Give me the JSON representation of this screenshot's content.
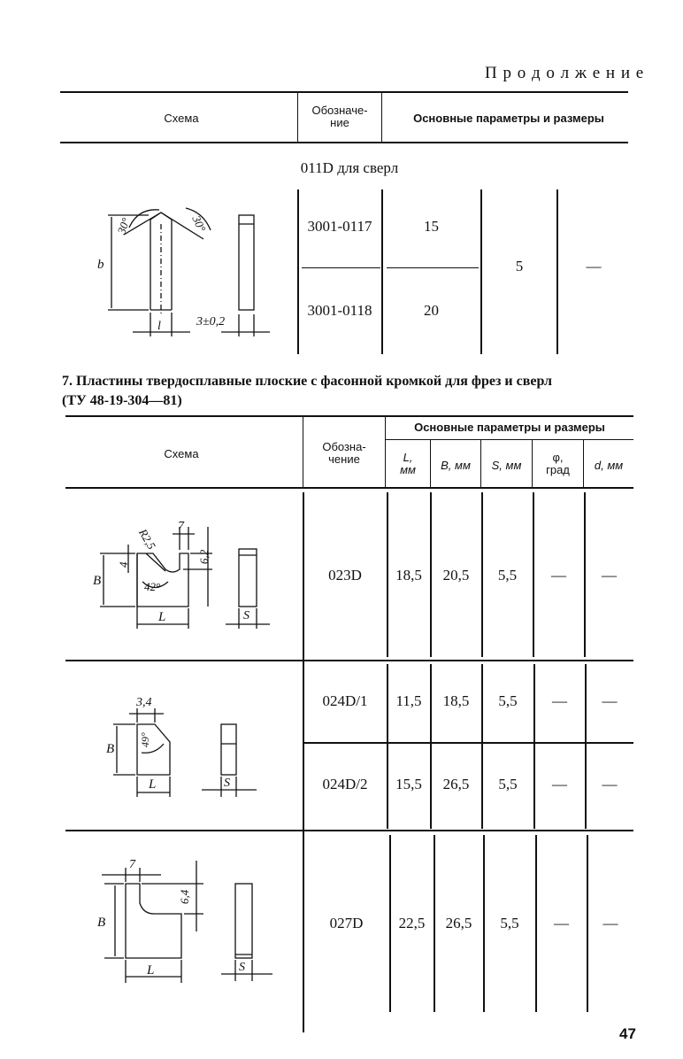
{
  "continuation": "П р о д о л ж е н и е",
  "top_table": {
    "headers": {
      "scheme": "Схема",
      "designation": "Обозначе-\nние",
      "params": "Основные параметры и размеры"
    },
    "section_title": "011D для сверл",
    "rows": [
      {
        "designation": "3001-0117",
        "value": "15"
      },
      {
        "designation": "3001-0118",
        "value": "20"
      }
    ],
    "shared_value": "5",
    "shared_dash": "—",
    "drawing_labels": {
      "b": "b",
      "angle1": "30°",
      "angle2": "30°",
      "l": "l",
      "s": "3±0,2"
    }
  },
  "section7": {
    "title_line1": "7. Пластины твердосплавные плоские с фасонной кромкой для фрез и сверл",
    "title_line2": "(ТУ 48-19-304—81)",
    "headers": {
      "scheme": "Схема",
      "designation": "Обозна-\nчение",
      "params": "Основные параметры и размеры",
      "L": "L,\nмм",
      "B": "B, мм",
      "S": "S, мм",
      "phi": "φ,\nград",
      "d": "d, мм"
    },
    "rows": [
      {
        "designation": "023D",
        "L": "18,5",
        "B": "20,5",
        "S": "5,5",
        "phi": "—",
        "d": "—"
      },
      {
        "designation": "024D/1",
        "L": "11,5",
        "B": "18,5",
        "S": "5,5",
        "phi": "—",
        "d": "—"
      },
      {
        "designation": "024D/2",
        "L": "15,5",
        "B": "26,5",
        "S": "5,5",
        "phi": "—",
        "d": "—"
      },
      {
        "designation": "027D",
        "L": "22,5",
        "B": "26,5",
        "S": "5,5",
        "phi": "—",
        "d": "—"
      }
    ],
    "drawing_labels": {
      "d1": {
        "r": "R2,5",
        "seven": "7",
        "four": "4",
        "six": "6,2",
        "angle": "42°",
        "B": "B",
        "L": "L",
        "S": "S"
      },
      "d2": {
        "dim": "3,4",
        "angle": "49°",
        "B": "B",
        "L": "L",
        "S": "S"
      },
      "d3": {
        "seven": "7",
        "dim": "6,4",
        "B": "B",
        "L": "L",
        "S": "S"
      }
    }
  },
  "page_number": "47"
}
